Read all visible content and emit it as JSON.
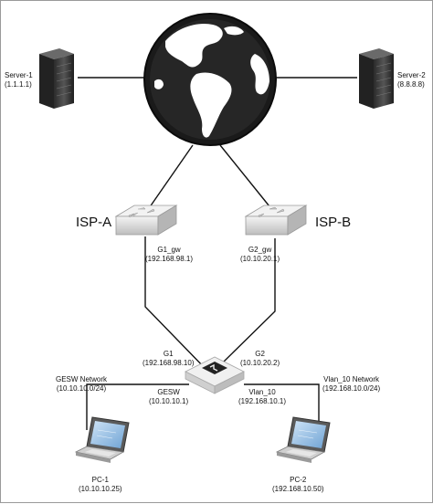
{
  "nodes": {
    "server1": {
      "name": "Server-1",
      "ip": "(1.1.1.1)"
    },
    "server2": {
      "name": "Server-2",
      "ip": "(8.8.8.8)"
    },
    "isp_a": {
      "name": "ISP-A",
      "gw_name": "G1_gw",
      "gw_ip": "(192.168.98.1)"
    },
    "isp_b": {
      "name": "ISP-B",
      "gw_name": "G2_gw",
      "gw_ip": "(10.10.20.1)"
    },
    "fw": {
      "g1_name": "G1",
      "g1_ip": "(192.168.98.10)",
      "g2_name": "G2",
      "g2_ip": "(10.10.20.2)",
      "gesw_name": "GESW",
      "gesw_ip": "(10.10.10.1)",
      "vlan_name": "Vlan_10",
      "vlan_ip": "(192.168.10.1)"
    },
    "gesw_net": {
      "name": "GESW Network",
      "subnet": "(10.10.10.0/24)"
    },
    "vlan_net": {
      "name": "Vlan_10 Network",
      "subnet": "(192.168.10.0/24)"
    },
    "pc1": {
      "name": "PC-1",
      "ip": "(10.10.10.25)"
    },
    "pc2": {
      "name": "PC-2",
      "ip": "(192.168.10.50)"
    }
  },
  "colors": {
    "globe_dark": "#1a1a1a",
    "land": "#ffffff",
    "link": "#111111",
    "router_body": "#e4e4e4",
    "fw_body": "#2a2a2a"
  },
  "icons": {
    "server": "server-rack-icon",
    "globe": "globe-icon",
    "router": "router-icon",
    "firewall": "firewall-icon",
    "laptop": "laptop-icon"
  }
}
